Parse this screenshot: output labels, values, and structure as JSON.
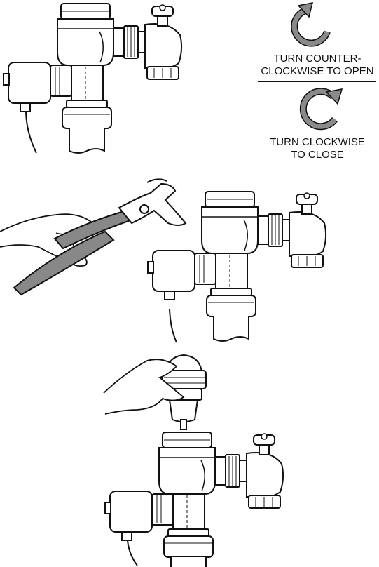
{
  "instructions": {
    "open_line1": "TURN COUNTER-",
    "open_line2": "CLOCKWISE TO OPEN",
    "close_line1": "TURN CLOCKWISE",
    "close_line2": "TO CLOSE"
  },
  "colors": {
    "line": "#111111",
    "fill": "#ffffff",
    "shade": "#888888",
    "arrow": "#8a8a8a"
  },
  "icons": [
    "counterclockwise-arrow-icon",
    "clockwise-arrow-icon",
    "wrench-icon",
    "hand-icon",
    "valve-handle-icon"
  ]
}
